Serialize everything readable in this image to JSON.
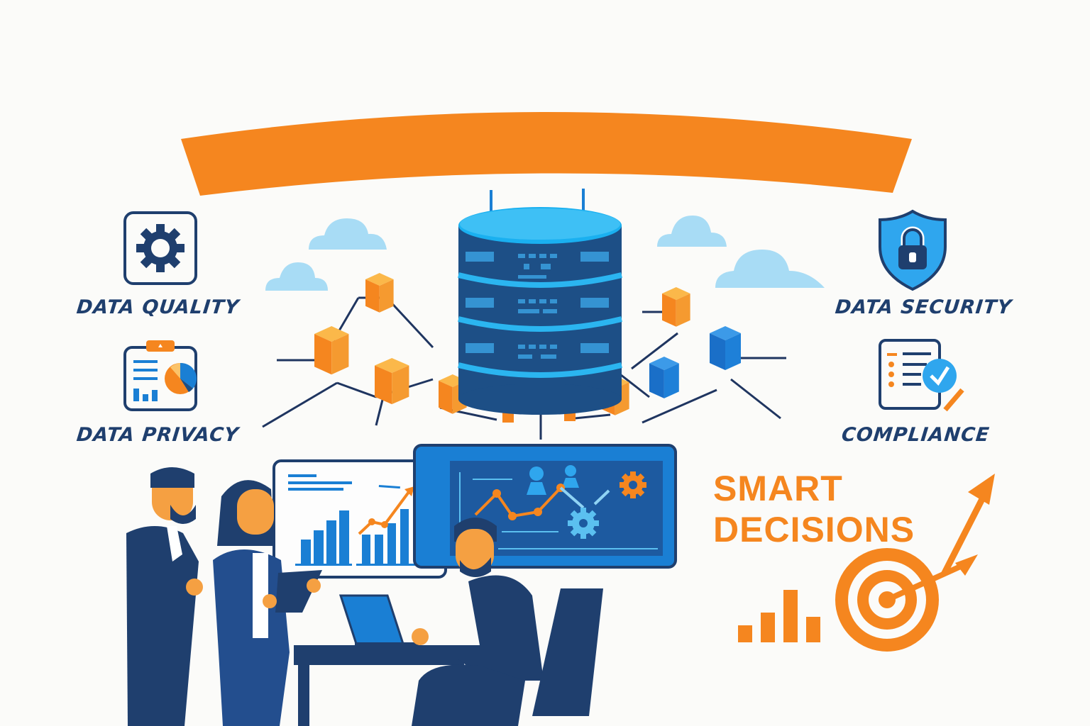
{
  "banner": {
    "color": "#f5861f",
    "text": ""
  },
  "left_features": [
    {
      "label": "DATA QUALITY",
      "icon": "gear-icon"
    },
    {
      "label": "DATA PRIVACY",
      "icon": "report-chart-icon"
    }
  ],
  "right_features": [
    {
      "label": "DATA SECURITY",
      "icon": "shield-lock-icon"
    },
    {
      "label": "COMPLIANCE",
      "icon": "checklist-approval-icon"
    }
  ],
  "center": {
    "icon": "database-server-icon",
    "nodes": "data-cubes-network"
  },
  "smart_decisions": {
    "line1": "SMART",
    "line2": "DECISIONS",
    "icons": [
      "bar-chart-icon",
      "target-arrow-icon",
      "growth-arrow-icon"
    ]
  },
  "colors": {
    "navy": "#1f3f6e",
    "orange": "#f5861f",
    "blue": "#1a7fd4",
    "light_blue": "#8fd3f4",
    "server_dark": "#1d4f86"
  }
}
